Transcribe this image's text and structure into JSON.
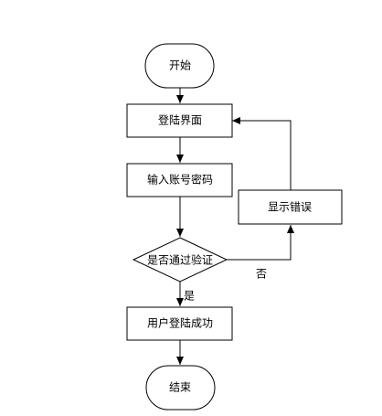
{
  "diagram": {
    "type": "flowchart",
    "nodes": {
      "start": "开始",
      "login_page": "登陆界面",
      "input_credentials": "输入账号密码",
      "verify": "是否通过验证",
      "show_error": "显示错误",
      "login_success": "用户登陆成功",
      "end": "结束"
    },
    "edge_labels": {
      "yes": "是",
      "no": "否"
    },
    "edges": [
      {
        "from": "start",
        "to": "login_page"
      },
      {
        "from": "login_page",
        "to": "input_credentials"
      },
      {
        "from": "input_credentials",
        "to": "verify"
      },
      {
        "from": "verify",
        "to": "login_success",
        "label": "是"
      },
      {
        "from": "verify",
        "to": "show_error",
        "label": "否"
      },
      {
        "from": "show_error",
        "to": "login_page"
      },
      {
        "from": "login_success",
        "to": "end"
      }
    ]
  }
}
